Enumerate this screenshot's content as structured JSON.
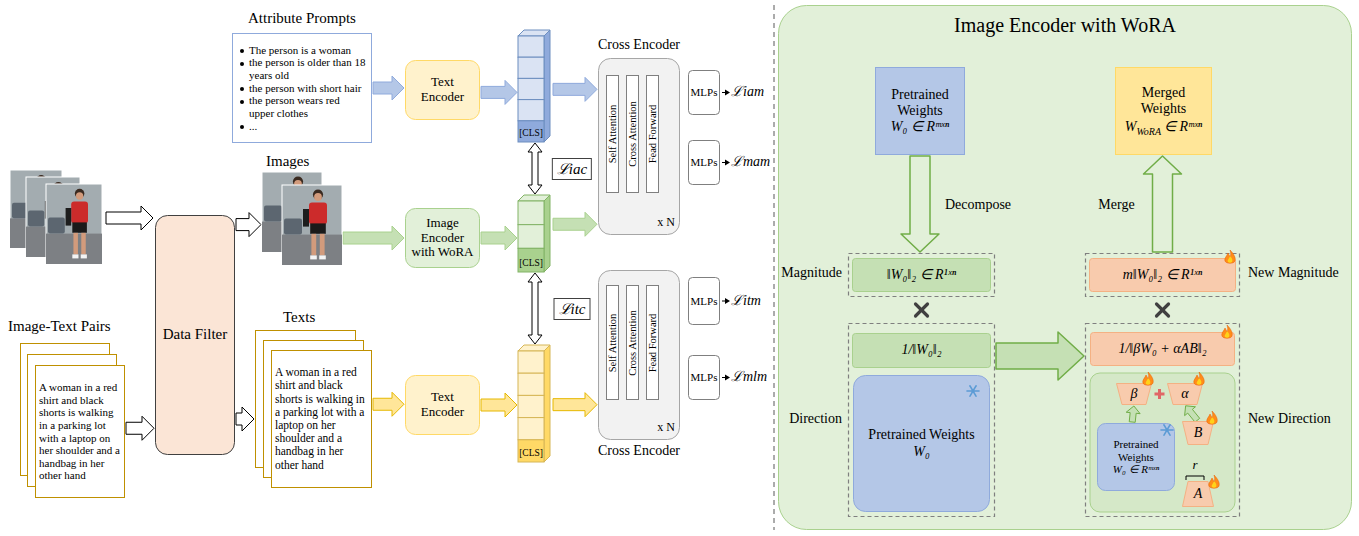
{
  "diagram": {
    "nodes": [
      {
        "text": [
          "Attribute Prompts",
          "The person is a woman",
          "the person is older than 18 years old",
          "the person with short hair",
          "the person wears red upper clothes",
          "..."
        ]
      },
      {
        "text": [
          "A woman in a red shirt and black shorts is walking in a parking lot with a laptop on her shoulder and a handbag in her other hand"
        ]
      },
      {
        "text": [
          "Data Filter"
        ]
      },
      {
        "text": [
          "Images"
        ]
      },
      {
        "text": [
          "Texts",
          "A woman in a red shirt and black shorts is walking in a parking lot with a laptop on her shoulder and a handbag in her other hand"
        ]
      },
      {
        "text": [
          "Text Encoder"
        ]
      },
      {
        "text": [
          "Image Encoder with WoRA"
        ]
      },
      {
        "text": [
          "Text Encoder"
        ]
      },
      {
        "text": [
          "[CLS]"
        ]
      },
      {
        "text": [
          "[CLS]"
        ]
      },
      {
        "text": [
          "[CLS]"
        ]
      },
      {
        "text": [
          "Cross Encoder",
          "x N"
        ]
      },
      {
        "text": [
          "Self Attention"
        ],
        "in": 11
      },
      {
        "text": [
          "Cross Attention"
        ],
        "in": 11
      },
      {
        "text": [
          "Fead Forward"
        ],
        "in": 11
      },
      {
        "text": [
          "MLPs"
        ]
      },
      {
        "text": [
          "MLPs"
        ]
      },
      {
        "text": [
          "Cross Encoder",
          "x N"
        ]
      },
      {
        "text": [
          "Self Attention"
        ],
        "in": 17
      },
      {
        "text": [
          "Cross Attention"
        ],
        "in": 17
      },
      {
        "text": [
          "Fead Forward"
        ],
        "in": 17
      },
      {
        "text": [
          "MLPs"
        ]
      },
      {
        "text": [
          "MLPs"
        ]
      },
      {
        "text": [
          "Image Encoder with WoRA"
        ]
      },
      {
        "text": [
          "Pretrained Weights",
          "W₀ ∈ Rᵐˣⁿ"
        ],
        "in": 23
      },
      {
        "text": [
          "Merged Weights",
          "W",
          "WoRA",
          "∈ Rᵐˣⁿ"
        ],
        "in": 23
      },
      {
        "text": [
          "Magnitude"
        ],
        "in": 23
      },
      {
        "text": [
          "‖W₀‖₂ ∈ R¹ˣⁿ"
        ],
        "in": 26
      },
      {
        "text": [
          "New Magnitude"
        ],
        "in": 23
      },
      {
        "text": [
          "m‖W₀‖₂ ∈ R¹ˣⁿ"
        ],
        "in": 28
      },
      {
        "text": [
          "Direction"
        ],
        "in": 23
      },
      {
        "text": [
          "1/‖W₀‖₂"
        ],
        "in": 30
      },
      {
        "text": [
          "Pretrained Weights",
          "W₀"
        ],
        "in": 30
      },
      {
        "text": [
          "New Direction"
        ],
        "in": 23
      },
      {
        "text": [
          "1/‖βW₀ + αAB‖₂"
        ],
        "in": 33
      },
      {
        "text": [
          "β"
        ],
        "in": 33
      },
      {
        "text": [
          "α"
        ],
        "in": 33
      },
      {
        "text": [
          "Pretrained Weights",
          "W₀ ∈ Rᵐˣⁿ"
        ],
        "in": 33
      },
      {
        "text": [
          "B"
        ],
        "in": 33
      },
      {
        "text": [
          "A"
        ],
        "in": 33
      }
    ],
    "edges": [
      {
        "from": 1,
        "to": 2,
        "arrow": "to"
      },
      {
        "from": 2,
        "to": 3,
        "arrow": "to"
      },
      {
        "from": 2,
        "to": 4,
        "arrow": "to"
      },
      {
        "from": 0,
        "to": 5,
        "arrow": "to"
      },
      {
        "from": 3,
        "to": 6,
        "arrow": "to"
      },
      {
        "from": 4,
        "to": 7,
        "arrow": "to"
      },
      {
        "from": 5,
        "to": 8,
        "arrow": "to"
      },
      {
        "from": 6,
        "to": 9,
        "arrow": "to"
      },
      {
        "from": 7,
        "to": 10,
        "arrow": "to"
      },
      {
        "from": 8,
        "to": 9,
        "arrow": "both",
        "label": "ℒiac"
      },
      {
        "from": 9,
        "to": 10,
        "arrow": "both",
        "label": "ℒitc"
      },
      {
        "from": 8,
        "to": 11,
        "arrow": "to"
      },
      {
        "from": 9,
        "to": 11,
        "arrow": "to"
      },
      {
        "from": 10,
        "to": 17,
        "arrow": "to"
      },
      {
        "from": 24,
        "to": 26,
        "arrow": "to",
        "label": "Decompose"
      },
      {
        "from": 30,
        "to": 33,
        "arrow": "to"
      },
      {
        "from": 28,
        "to": 25,
        "arrow": "to",
        "label": "Merge"
      },
      {
        "from": 37,
        "to": 35,
        "arrow": "to"
      },
      {
        "from": 38,
        "to": 36,
        "arrow": "to"
      }
    ],
    "labels": [
      "Image-Text Pairs",
      "ℒiam",
      "ℒmam",
      "ℒitm",
      "ℒmlm",
      "r"
    ]
  }
}
